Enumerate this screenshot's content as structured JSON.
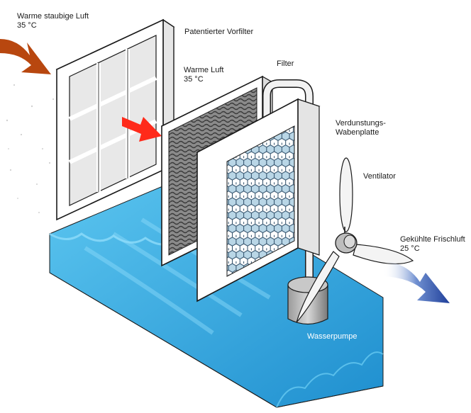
{
  "labels": {
    "inlet": {
      "line1": "Warme staubige Luft",
      "line2": "35 °C"
    },
    "prefilter": "Patentierter Vorfilter",
    "warm_air": {
      "line1": "Warme Luft",
      "line2": "35 °C"
    },
    "filter": "Filter",
    "honeycomb": {
      "line1": "Verdunstungs-",
      "line2": "Wabenplatte"
    },
    "fan": "Ventilator",
    "outlet": {
      "line1": "Gekühlte Frischluft",
      "line2": "25 °C"
    },
    "pump": "Wasserpumpe"
  },
  "colors": {
    "hot_arrow": "#b8470f",
    "warm_arrow": "#ff2a1a",
    "cool_arrow": "#1f4fa8",
    "water": "#2a9fd8",
    "honeycomb": "#b9d6e6",
    "frame": "#f4f4f4",
    "outline": "#1a1a1a"
  }
}
